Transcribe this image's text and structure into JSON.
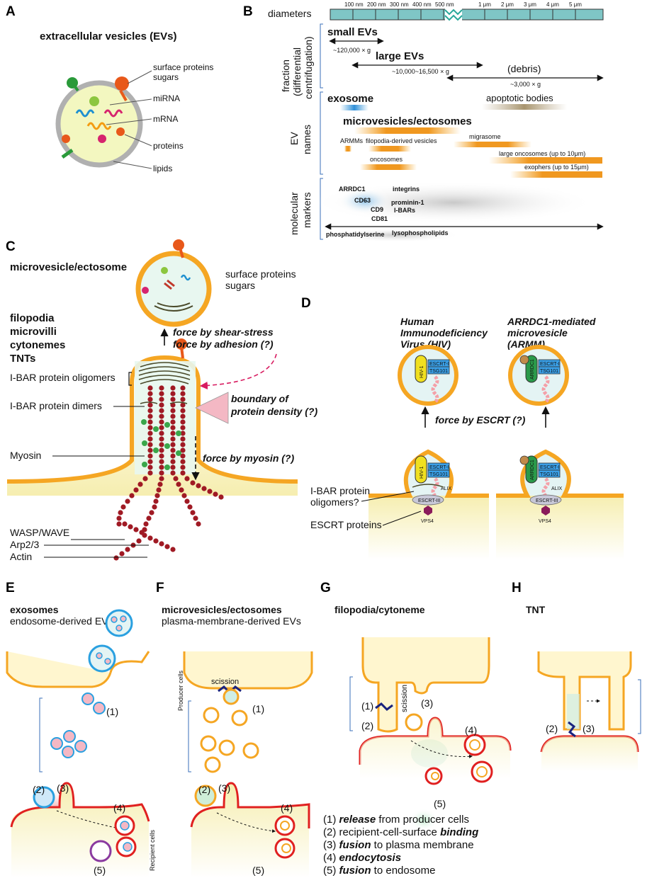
{
  "panel_letters": [
    "A",
    "B",
    "C",
    "D",
    "E",
    "F",
    "G",
    "H"
  ],
  "panelA": {
    "title": "extracellular vesicles (EVs)",
    "labels": [
      "surface proteins",
      "sugars",
      "miRNA",
      "mRNA",
      "proteins",
      "lipids"
    ]
  },
  "panelB": {
    "diameters_label": "diameters",
    "scale_ticks": [
      "100 nm",
      "200 nm",
      "300 nm",
      "400 nm",
      "500 nm",
      "1 μm",
      "2 μm",
      "3 μm",
      "4 μm",
      "5 μm"
    ],
    "section_fraction": [
      "fraction",
      "(differential",
      "centrifugation)"
    ],
    "small_evs": "small EVs",
    "small_evs_g": "~120,000 × g",
    "large_evs": "large EVs",
    "large_evs_g": "~10,000~16,500 × g",
    "debris": "(debris)",
    "debris_g": "~3,000 × g",
    "section_names": [
      "EV",
      "names"
    ],
    "exosome": "exosome",
    "apoptotic": "apoptotic bodies",
    "microvesicles": "microvesicles/ectosomes",
    "armms": "ARMMs",
    "filopodia_derived": "filopodia-derived vesicles",
    "migrasome": "migrasome",
    "oncosomes": "oncosomes",
    "large_oncosomes": "large oncosomes (up to 10μm)",
    "exophers": "exophers (up to 15μm)",
    "section_markers": [
      "molecular",
      "markers"
    ],
    "markers": [
      "ARRDC1",
      "CD63",
      "CD9",
      "CD81",
      "integrins",
      "prominin-1",
      "I-BARs"
    ],
    "phosphatidylserine": "phosphatidylserine",
    "lysophospholipids": "lysophospholipids"
  },
  "panelC": {
    "title": "microvesicle/ectosome",
    "surface_proteins": "surface proteins",
    "sugars": "sugars",
    "protrusions": [
      "filopodia",
      "microvilli",
      "cytonemes",
      "TNTs"
    ],
    "force_shear": "force by shear-stress",
    "force_adhesion": "force by adhesion (?)",
    "ibar_oligomers": "I-BAR protein oligomers",
    "ibar_dimers": "I-BAR protein dimers",
    "boundary_1": "boundary of",
    "boundary_2": "protein density (?)",
    "myosin": "Myosin",
    "force_myosin": "force by myosin (?)",
    "wasp": "WASP/WAVE",
    "arp": "Arp2/3",
    "actin": "Actin"
  },
  "panelD": {
    "hiv_title": [
      "Human",
      "Immunodeficiency",
      "Virus (HIV)"
    ],
    "armm_title": [
      "ARRDC1-mediated",
      "microvesicle",
      "(ARMM)"
    ],
    "hiv1": "HIV-1",
    "arrdc1": "ARRDC1",
    "escrt_i": "ESCRT-I",
    "tsg101": "TSG101",
    "force_escrt": "force by ESCRT (?)",
    "alix": "ALIX",
    "escrt_iii": "ESCRT-III",
    "vps4": "VPS4",
    "ibar_q": [
      "I-BAR protein",
      "oligomers?"
    ],
    "escrt_proteins": "ESCRT proteins"
  },
  "panelE": {
    "title": "exosomes",
    "subtitle": "endosome-derived EVs",
    "recipient": "Recipient cells"
  },
  "panelF": {
    "title": "microvesicles/ectosomes",
    "subtitle": "plasma-membrane-derived EVs",
    "producer": "Producer cells",
    "scission": "scission"
  },
  "panelG": {
    "title": "filopodia/cytoneme",
    "scission": "scission"
  },
  "panelH": {
    "title": "TNT"
  },
  "steps": [
    "(1)",
    "(2)",
    "(3)",
    "(4)",
    "(5)"
  ],
  "legend": [
    {
      "num": "(1)",
      "key": "release",
      "rest": " from producer cells",
      "key_first": true
    },
    {
      "num": "(2)",
      "pre": "recipient-cell-surface ",
      "key": "binding",
      "key_first": false
    },
    {
      "num": "(3)",
      "key": "fusion",
      "rest": " to plasma membrane",
      "key_first": true
    },
    {
      "num": "(4)",
      "key": "endocytosis",
      "rest": "",
      "key_first": true
    },
    {
      "num": "(5)",
      "key": "fusion",
      "rest": " to endosome",
      "key_first": true
    }
  ]
}
